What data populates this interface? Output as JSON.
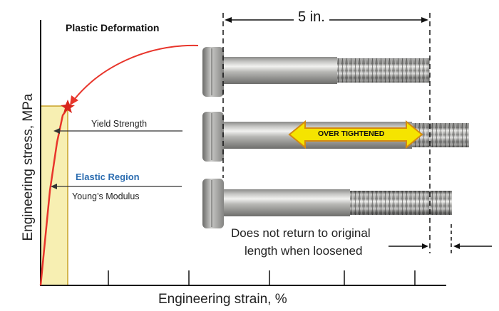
{
  "labels": {
    "plastic_deformation": "Plastic Deformation",
    "yield_strength": "Yield Strength",
    "elastic_region": "Elastic Region",
    "youngs_modulus": "Young’s Modulus",
    "dimension": "5 in.",
    "note_line1": "Does not return to original",
    "note_line2": "length when loosened",
    "x_axis": "Engineering strain, %",
    "y_axis": "Engineering stress, MPa",
    "over_tightened": "OVER TIGHTENED"
  },
  "colors": {
    "curve": "#e8352b",
    "elastic_fill": "#f7efb2",
    "elastic_border": "#c9a227",
    "elastic_text": "#2b6cb0",
    "arrow_fill": "#f5e400",
    "arrow_border": "#d48a10",
    "bolt_metal": "#b9b9b6"
  },
  "icons": {
    "yield_marker": "star-icon",
    "callout": "arrow-icon"
  }
}
